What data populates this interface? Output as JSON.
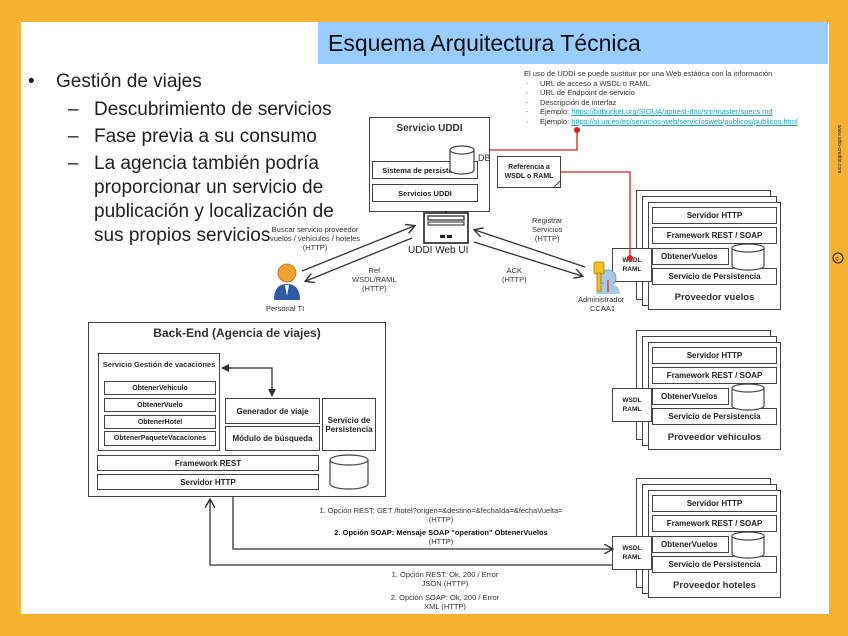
{
  "title": "Esquema Arquitectura Técnica",
  "bullets": {
    "main": "Gestión de viajes",
    "subs": [
      "Descubrimiento de servicios",
      "Fase previa a su consumo",
      "La agencia también podría",
      "proporcionar un servicio de",
      "publicación y localización de",
      "sus propios servicios"
    ]
  },
  "note": {
    "intro": "El uso de UDDI se puede sustituir por una Web estática con la información",
    "items": [
      "URL de acceso a WSDL o RAML",
      "URL de Endpoint de servicio",
      "Descripción de interfaz"
    ],
    "examples": [
      {
        "label": "Ejemplo: ",
        "link": "https://bitbucket.org/SIGUA/apirest-doc/src/master/specs.md"
      },
      {
        "label": "Ejemplo: ",
        "link": "https://si.ua.es/es/servicios-web/serviciosweb/publicos/publicos.html"
      }
    ]
  },
  "uddi": {
    "title": "Servicio UDDI",
    "db": "DB",
    "persistence": "Sistema de persistencia",
    "services": "Servicios UDDI",
    "web_ui": "UDDI Web UI",
    "ref_note": "Referencia a WSDL o RAML"
  },
  "actors": {
    "personal": "Personal TI",
    "admin_1": "Administrador",
    "admin_2": "CCAA1"
  },
  "arrows": {
    "buscar": [
      "Buscar servicio proveedor",
      "vuelos / vehículos / hoteles",
      "(HTTP)"
    ],
    "ref": [
      "Ref",
      "WSDL/RAML",
      "(HTTP)"
    ],
    "registrar": [
      "Registrar",
      "Servicios",
      "(HTTP)"
    ],
    "ack": [
      "ACK",
      "(HTTP)"
    ],
    "request_rest": [
      "1. Opción REST: GET /hotel?origen=&destino=&fechaIda=&fechaVuelta=",
      "(HTTP)"
    ],
    "request_soap": [
      "2. Opción SOAP: Mensaje SOAP \"operation\" ObtenerVuelos",
      "(HTTP)"
    ],
    "response_rest": [
      "1. Opción REST: Ok, 200 / Error",
      "JSON (HTTP)"
    ],
    "response_soap": [
      "2. Opción SOAP: Ok, 200 / Error",
      "XML (HTTP)"
    ]
  },
  "backend": {
    "title": "Back-End (Agencia de viajes)",
    "gestion": "Servicio Gestión de vacaciones",
    "ops": [
      "ObtenerVehiculo",
      "ObtenerVuelo",
      "ObtenerHotel",
      "ObtenerPaqueteVacaciones"
    ],
    "generador": "Generador de viaje",
    "busqueda": "Módulo de búsqueda",
    "persistencia": "Servicio de Persistencia",
    "framework": "Framework REST",
    "servidor": "Servidor HTTP",
    "db": "DB"
  },
  "providers": [
    {
      "name": "Proveedor vuelos",
      "http": "Servidor HTTP",
      "framework": "Framework REST / SOAP",
      "op": "ObtenerVuelos",
      "persist": "Servicio de Persistencia",
      "db": "DB",
      "wsdl": "WSDL RAML"
    },
    {
      "name": "Proveedor vehiculos",
      "http": "Servidor HTTP",
      "framework": "Framework REST / SOAP",
      "op": "ObtenerVuelos",
      "persist": "Servicio de Persistencia",
      "db": "DB",
      "wsdl": "WSDL RAML"
    },
    {
      "name": "Proveedor hoteles",
      "http": "Servidor HTTP",
      "framework": "Framework REST / SOAP",
      "op": "ObtenerVuelos",
      "persist": "Servicio de Persistencia",
      "db": "DB",
      "wsdl": "WSDL RAML"
    }
  ],
  "colors": {
    "frame": "#f6b131",
    "title_bg": "#99ccff",
    "link": "#1aa0b8",
    "red_line": "#e02020"
  }
}
